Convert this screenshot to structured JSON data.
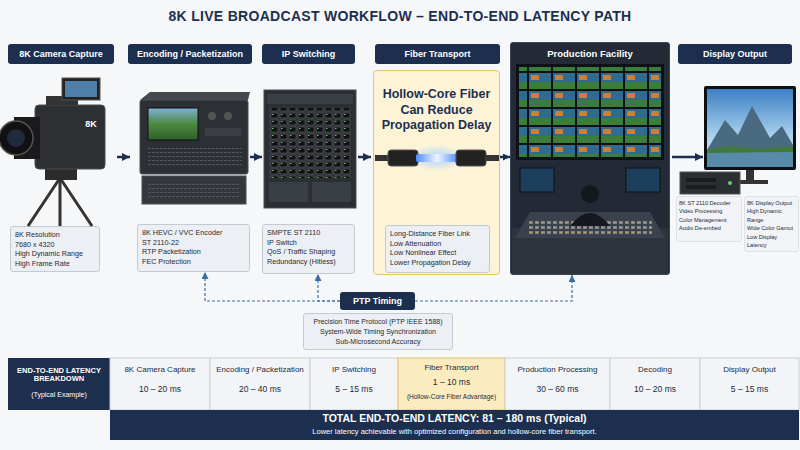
{
  "diagram": {
    "title": "8K LIVE BROADCAST WORKFLOW – END-TO-END LATENCY PATH",
    "nodes": [
      {
        "text": [
          "8K Camera Capture"
        ]
      },
      {
        "text": [
          "Encoding / Packetization"
        ]
      },
      {
        "text": [
          "IP Switching"
        ]
      },
      {
        "text": [
          "Fiber Transport"
        ]
      },
      {
        "text": [
          "Production Facility"
        ]
      },
      {
        "text": [
          "Display Output"
        ]
      },
      {
        "text": [
          "8K Resolution",
          "7680 x 4320",
          "High Dynamic Range",
          "High Frame Rate"
        ]
      },
      {
        "text": [
          "8K HEVC / VVC Encoder",
          "ST 2110-22",
          "RTP Packetization",
          "FEC Protection"
        ]
      },
      {
        "text": [
          "SMPTE ST 2110",
          "IP Switch",
          "QoS / Traffic Shaping",
          "Redundancy (Hitless)"
        ]
      },
      {
        "text": [
          "Hollow-Core Fiber Can Reduce Propagation Delay"
        ]
      },
      {
        "text": [
          "Long-Distance Fiber Link",
          "Low Attenuation",
          "Low Nonlinear Effect",
          "Lower Propagation Delay"
        ],
        "in": 9
      },
      {
        "text": [
          "8K ST 2110 Decoder",
          "Video Processing",
          "Color Management",
          "Audio De-embed"
        ]
      },
      {
        "text": [
          "8K Display Output",
          "High Dynamic Range",
          "Wide Color Gamut",
          "Low Display Latency"
        ]
      },
      {
        "text": [
          "PTP Timing"
        ]
      },
      {
        "text": [
          "Precision Time Protocol (PTP IEEE 1588)",
          "System-Wide Timing Synchronization",
          "Sub-Microsecond Accuracy"
        ]
      }
    ],
    "edges": [
      {
        "from": 9,
        "to": 4,
        "arrow": "to"
      },
      {
        "from": 13,
        "to": 7,
        "arrow": "to"
      },
      {
        "from": 13,
        "to": 8,
        "arrow": "to"
      },
      {
        "from": 13,
        "to": 4,
        "arrow": "to"
      }
    ],
    "labels": [
      "8K",
      "END-TO-END LATENCY BREAKDOWN",
      "(Typical Example)",
      "8K Camera Capture",
      "10 – 20 ms",
      "Encoding / Packetization",
      "20 – 40 ms",
      "IP Switching",
      "5 – 15 ms",
      "Fiber Transport",
      "1 – 10 ms",
      "(Hollow-Core Fiber Advantage)",
      "Production Processing",
      "30 – 60 ms",
      "Decoding",
      "10 – 20 ms",
      "Display Output",
      "5 – 15 ms",
      "TOTAL END-TO-END LATENCY: 81 – 180 ms (Typical)",
      "Lower latency achievable with optimized configuration and hollow-core fiber transport."
    ]
  }
}
